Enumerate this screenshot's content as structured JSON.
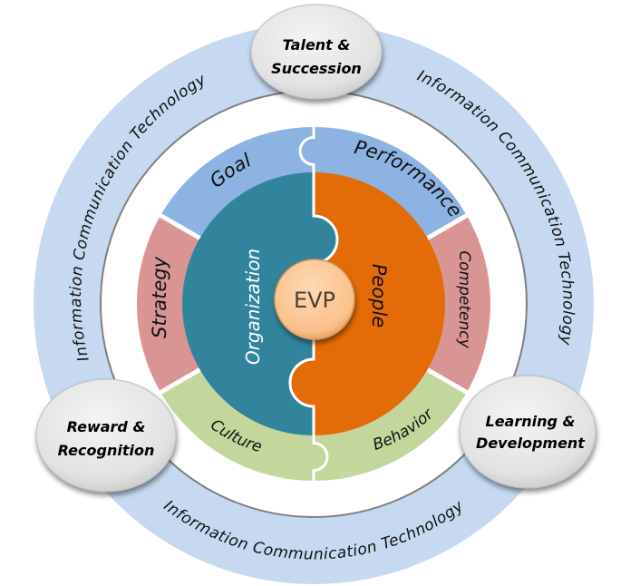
{
  "title": "EVP framework diagram",
  "outer_ring": {
    "label": "Information Communication Technology",
    "color": "#c6d9f0"
  },
  "badges": [
    {
      "id": "talent",
      "line1": "Talent &",
      "line2": "Succession"
    },
    {
      "id": "reward",
      "line1": "Reward &",
      "line2": "Recognition"
    },
    {
      "id": "learning",
      "line1": "Learning &",
      "line2": "Development"
    }
  ],
  "segments": {
    "goal": {
      "label": "Goal",
      "color": "#8db3e2"
    },
    "performance": {
      "label": "Performance",
      "color": "#8db3e2"
    },
    "strategy": {
      "label": "Strategy",
      "color": "#d99594"
    },
    "competency": {
      "label": "Competency",
      "color": "#d99594"
    },
    "culture": {
      "label": "Culture",
      "color": "#c3d69b"
    },
    "behavior": {
      "label": "Behavior",
      "color": "#c3d69b"
    }
  },
  "puzzle": {
    "organization": {
      "label": "Organization",
      "color": "#31849b"
    },
    "people": {
      "label": "People",
      "color": "#e36c09"
    }
  },
  "center": {
    "label": "EVP",
    "color": "#fbc89a"
  }
}
